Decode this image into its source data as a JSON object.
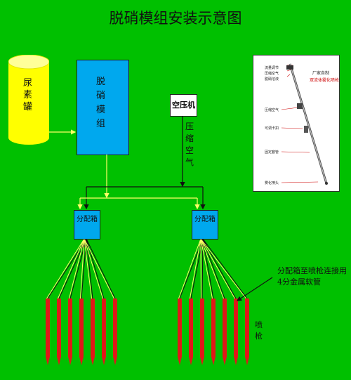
{
  "title": "脱硝模组安装示意图",
  "urea_tank": {
    "label": "尿素罐",
    "color": "#ffff00"
  },
  "denox_module": {
    "label": "脱硝模组"
  },
  "compressor": {
    "label": "空压机",
    "line_label": "压缩空气"
  },
  "distribution_boxes": [
    {
      "label": "分配箱"
    },
    {
      "label": "分配箱"
    }
  ],
  "hose_note": "分配箱至喷枪连接用4分金属软管",
  "nozzle_label": "喷枪",
  "inset": {
    "title": "厂家自制",
    "subtitle": "双流体雾化喷枪",
    "labels": [
      "流量调节",
      "压缩空气",
      "脱硝溶液",
      "压缩空气",
      "可调卡扣",
      "固定套管",
      "雾化喷头"
    ]
  },
  "colors": {
    "background": "#00c000",
    "box": "#00a8ee",
    "nozzle": "#e01818",
    "line": "#ffff66"
  }
}
